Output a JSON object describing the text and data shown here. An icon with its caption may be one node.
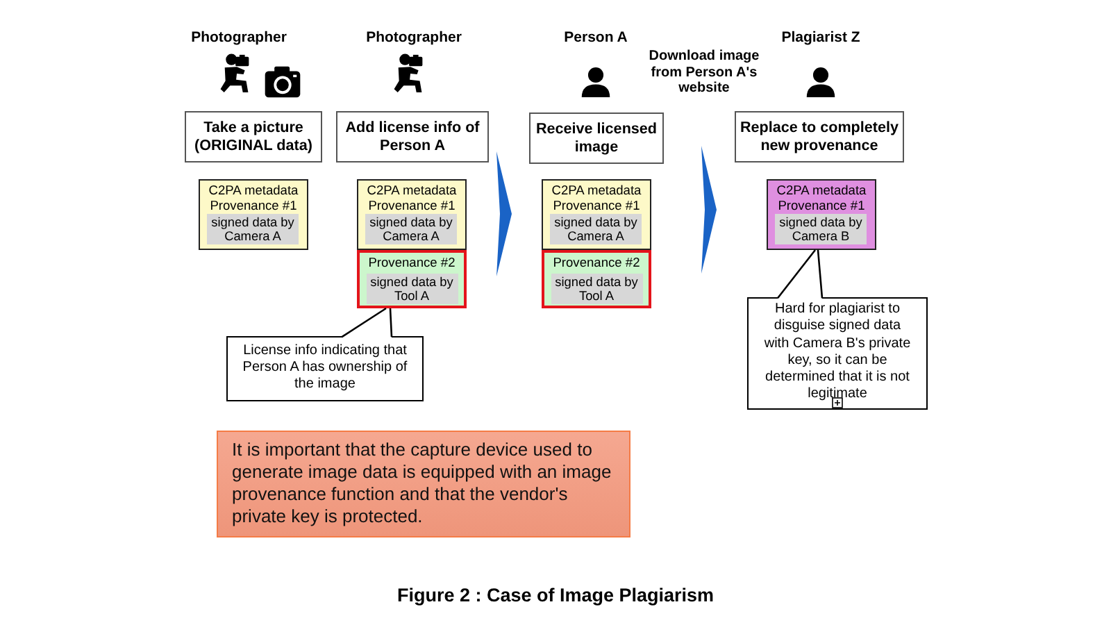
{
  "diagram": {
    "caption": "Figure 2 : Case of Image Plagiarism",
    "nodes": [
      {
        "text": [
          "Take a picture (ORIGINAL data)"
        ]
      },
      {
        "text": [
          "C2PA metadata",
          "Provenance #1"
        ]
      },
      {
        "text": [
          "signed data by Camera A"
        ],
        "in": 1
      },
      {
        "text": [
          "Add license info of Person A"
        ]
      },
      {
        "text": [
          "C2PA metadata",
          "Provenance #1"
        ]
      },
      {
        "text": [
          "signed data by Camera A"
        ],
        "in": 4
      },
      {
        "text": [
          "Provenance #2"
        ]
      },
      {
        "text": [
          "signed data by Tool A"
        ],
        "in": 6
      },
      {
        "text": [
          "License info indicating that Person A has ownership of the image"
        ]
      },
      {
        "text": [
          "Receive licensed image"
        ]
      },
      {
        "text": [
          "C2PA metadata",
          "Provenance #1"
        ]
      },
      {
        "text": [
          "signed data by Camera A"
        ],
        "in": 10
      },
      {
        "text": [
          "Provenance #2"
        ]
      },
      {
        "text": [
          "signed data by Tool A"
        ],
        "in": 12
      },
      {
        "text": [
          "Replace to completely new provenance"
        ]
      },
      {
        "text": [
          "C2PA metadata",
          "Provenance #1"
        ]
      },
      {
        "text": [
          "signed data by Camera B"
        ],
        "in": 15
      },
      {
        "text": [
          "Hard for plagiarist to disguise signed data with Camera B's private key, so it can be determined that it is not legitimate"
        ]
      },
      {
        "text": [
          "It is important that the capture device used to generate image data is equipped with an image provenance function and that the vendor's private key is protected."
        ]
      }
    ],
    "edges": [
      {
        "from": 8,
        "to": 6,
        "arrow": "none"
      },
      {
        "from": 4,
        "to": 10,
        "arrow": "to"
      },
      {
        "from": 10,
        "to": 15,
        "arrow": "to"
      },
      {
        "from": 17,
        "to": 15,
        "arrow": "none"
      }
    ],
    "labels": [
      "Photographer",
      "Photographer",
      "Person A",
      "Download image from Person A's website",
      "Plagiarist Z"
    ]
  }
}
